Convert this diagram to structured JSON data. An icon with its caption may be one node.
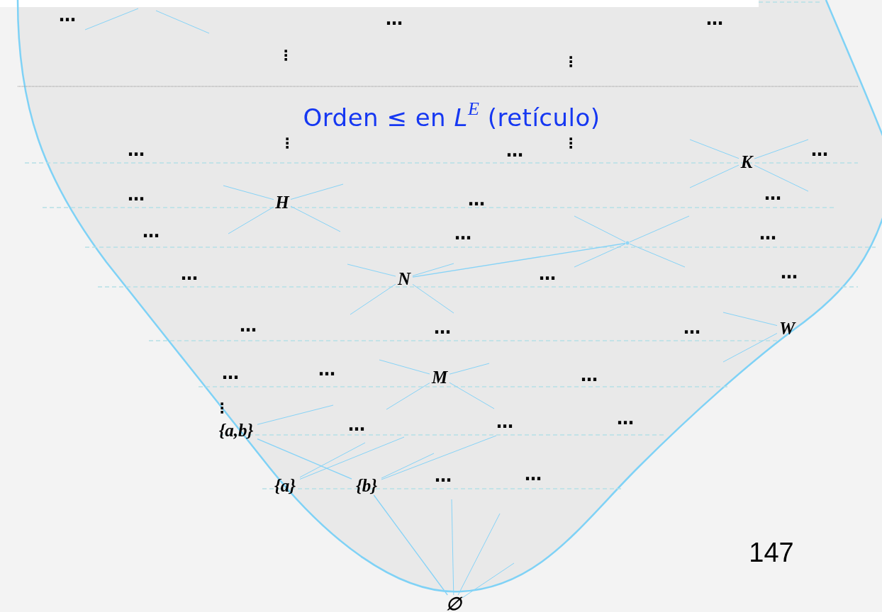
{
  "diagram": {
    "title": "Orden ≤ en *L*$^{E}$ (retículo)",
    "nodes": [
      {
        "text": [
          "K"
        ]
      },
      {
        "text": [
          "H"
        ]
      },
      {
        "text": [],
        "shape": "dot"
      },
      {
        "text": [
          "N"
        ]
      },
      {
        "text": [
          "W"
        ]
      },
      {
        "text": [
          "M"
        ]
      },
      {
        "text": [
          "{a,b}"
        ]
      },
      {
        "text": [
          "{a}"
        ]
      },
      {
        "text": [
          "{b}"
        ]
      },
      {
        "text": [
          "∅"
        ]
      }
    ],
    "edges": [
      {
        "from": 0,
        "to": null,
        "arrow": "none"
      },
      {
        "from": 0,
        "to": null,
        "arrow": "none"
      },
      {
        "from": 0,
        "to": null,
        "arrow": "none"
      },
      {
        "from": 0,
        "to": null,
        "arrow": "none"
      },
      {
        "from": 1,
        "to": null,
        "arrow": "none"
      },
      {
        "from": 1,
        "to": null,
        "arrow": "none"
      },
      {
        "from": 1,
        "to": null,
        "arrow": "none"
      },
      {
        "from": 1,
        "to": null,
        "arrow": "none"
      },
      {
        "from": 2,
        "to": null,
        "arrow": "none"
      },
      {
        "from": 2,
        "to": null,
        "arrow": "none"
      },
      {
        "from": 2,
        "to": null,
        "arrow": "none"
      },
      {
        "from": 2,
        "to": null,
        "arrow": "none"
      },
      {
        "from": 3,
        "to": 2,
        "arrow": "none"
      },
      {
        "from": 3,
        "to": null,
        "arrow": "none"
      },
      {
        "from": 3,
        "to": null,
        "arrow": "none"
      },
      {
        "from": 3,
        "to": null,
        "arrow": "none"
      },
      {
        "from": 3,
        "to": null,
        "arrow": "none"
      },
      {
        "from": 4,
        "to": null,
        "arrow": "none"
      },
      {
        "from": 4,
        "to": null,
        "arrow": "none"
      },
      {
        "from": 5,
        "to": null,
        "arrow": "none"
      },
      {
        "from": 5,
        "to": null,
        "arrow": "none"
      },
      {
        "from": 5,
        "to": null,
        "arrow": "none"
      },
      {
        "from": 5,
        "to": null,
        "arrow": "none"
      },
      {
        "from": 6,
        "to": null,
        "arrow": "none"
      },
      {
        "from": 6,
        "to": 8,
        "arrow": "none"
      },
      {
        "from": 7,
        "to": null,
        "arrow": "none"
      },
      {
        "from": 7,
        "to": null,
        "arrow": "none"
      },
      {
        "from": 8,
        "to": null,
        "arrow": "none"
      },
      {
        "from": 8,
        "to": null,
        "arrow": "none"
      },
      {
        "from": 8,
        "to": 9,
        "arrow": "none"
      },
      {
        "from": 9,
        "to": null,
        "arrow": "none"
      },
      {
        "from": 9,
        "to": null,
        "arrow": "none"
      },
      {
        "from": 9,
        "to": null,
        "arrow": "none"
      }
    ],
    "labels": [
      "…",
      "…",
      "…",
      "⋮",
      "⋮",
      "⋮",
      "⋮",
      "…",
      "…",
      "…",
      "…",
      "…",
      "…",
      "…",
      "…",
      "…",
      "…",
      "…",
      "…",
      "…",
      "…",
      "…",
      "…",
      "…",
      "…",
      "⋮",
      "…",
      "…",
      "…",
      "…",
      "…",
      "147"
    ]
  }
}
